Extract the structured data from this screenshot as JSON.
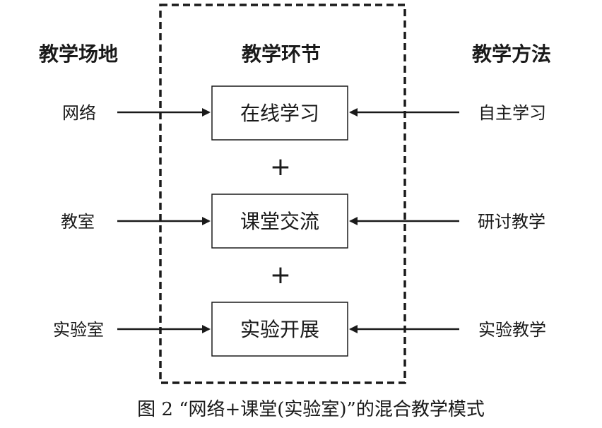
{
  "headers": {
    "left": "教学场地",
    "center": "教学环节",
    "right": "教学方法"
  },
  "rows": [
    {
      "place": "网络",
      "stage": "在线学习",
      "method": "自主学习"
    },
    {
      "place": "教室",
      "stage": "课堂交流",
      "method": "研讨教学"
    },
    {
      "place": "实验室",
      "stage": "实验开展",
      "method": "实验教学"
    }
  ],
  "connectors": [
    "+",
    "+"
  ],
  "caption": "图 2 “网络+课堂(实验室)”的混合教学模式"
}
